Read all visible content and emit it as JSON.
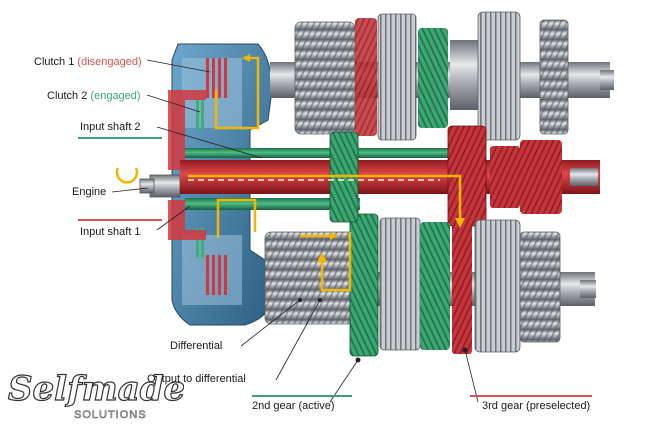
{
  "labels": {
    "clutch1": "Clutch 1",
    "clutch1_state": "(disengaged)",
    "clutch2": "Clutch 2",
    "clutch2_state": "(engaged)",
    "input_shaft_2": "Input shaft 2",
    "engine": "Engine",
    "input_shaft_1": "Input shaft 1",
    "differential": "Differential",
    "output_to_differential": "Output to differential",
    "gear_2": "2nd gear (active)",
    "gear_3": "3rd gear (preselected)"
  },
  "logo": {
    "wordmark": "Selfmade",
    "subtitle": "SOLUTIONS"
  },
  "colors": {
    "active_green": "#3aa17a",
    "preselected_red": "#d9534f",
    "flow_arrow": "#f2b705",
    "housing_blue": "#3f7fa8",
    "metal": "#b8bcc2"
  }
}
